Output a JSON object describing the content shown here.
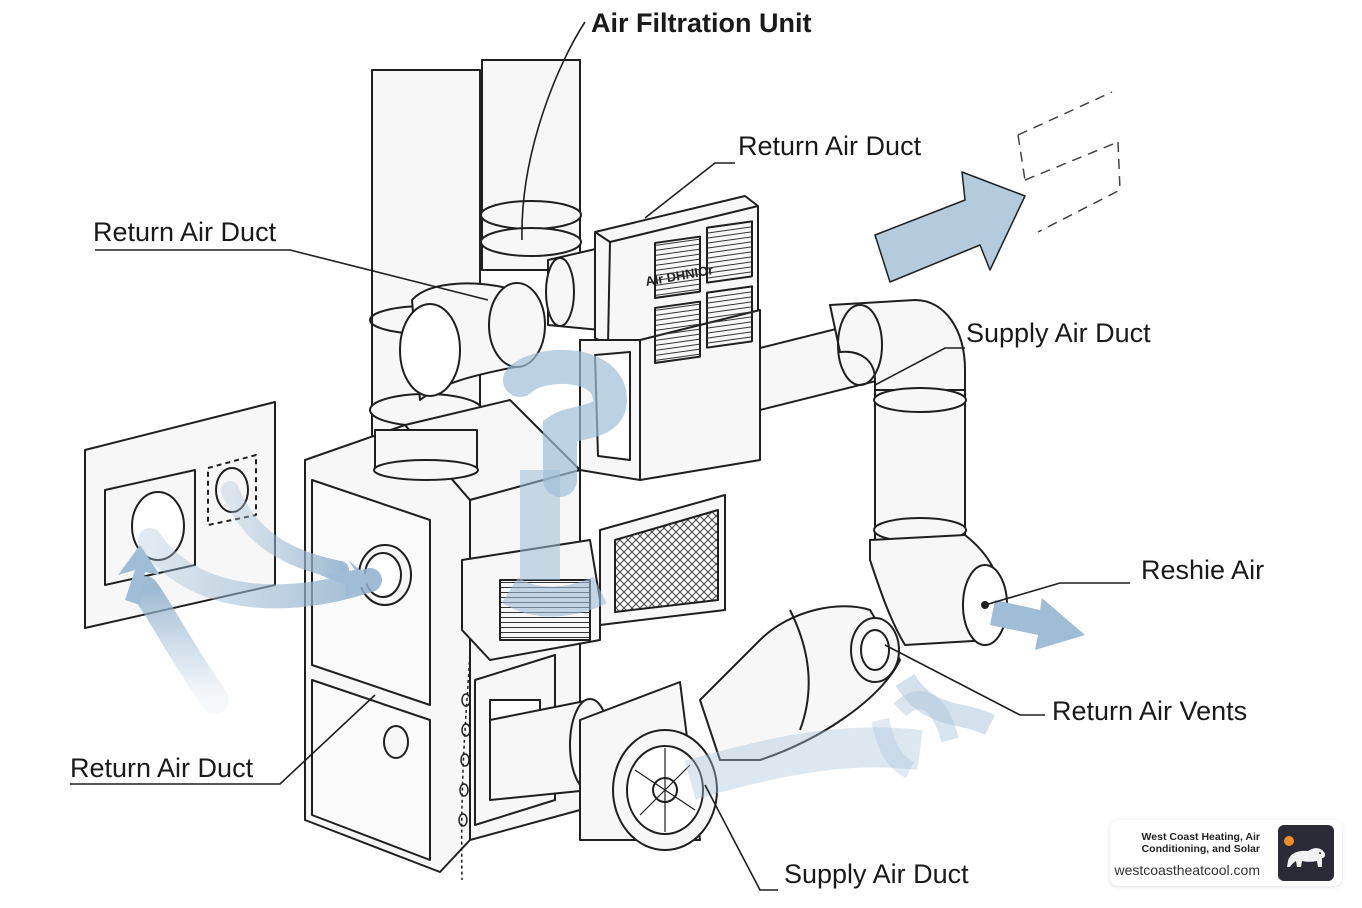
{
  "labels": {
    "air_filtration_unit": "Air Filtration Unit",
    "return_air_duct_top": "Return Air Duct",
    "return_air_duct_left": "Return Air Duct",
    "supply_air_duct_right": "Supply Air Duct",
    "reshie_air": "Reshie Air",
    "return_air_vents": "Return Air Vents",
    "return_air_duct_bottom": "Return Air Duct",
    "supply_air_duct_bottom": "Supply Air Duct"
  },
  "unit_panel_text": "AIr DHNIOr",
  "brand": {
    "name": "West Coast Heating, Air Conditioning, and Solar",
    "url": "westcoastheatcool.com"
  },
  "colors": {
    "line": "#1f1f1f",
    "airflow": "#a9c3d9",
    "duct_fill": "#f7f7f7",
    "logo_bg": "#2b2b35",
    "logo_sun": "#f28c28"
  },
  "icons": {
    "logo": "polar-bear-icon",
    "flow_arrow": "airflow-arrow-icon"
  }
}
